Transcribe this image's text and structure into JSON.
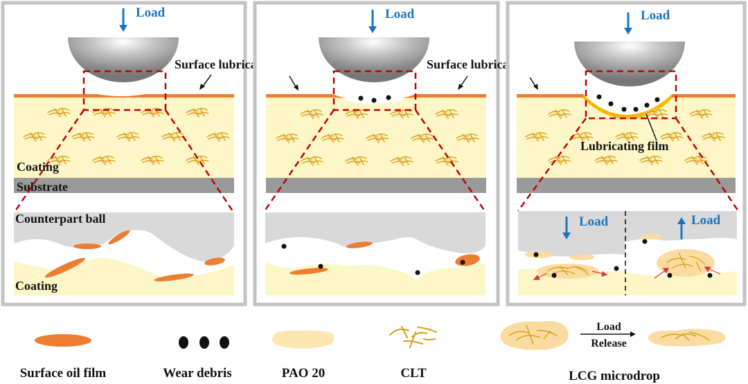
{
  "figure": {
    "panels": [
      {
        "id": "panel-1",
        "load_label": "Load",
        "load_direction": "down",
        "layer_callouts": [
          "Surface lubricating layer"
        ],
        "layer_labels": {
          "coating": "Coating",
          "substrate": "Substrate"
        },
        "zoom_labels": {
          "ball": "Counterpart ball",
          "coating": "Coating"
        },
        "features": [
          "surface oil film patches"
        ]
      },
      {
        "id": "panel-2",
        "load_label": "Load",
        "load_direction": "down",
        "layer_callouts": [
          "Surface lubricating layer"
        ],
        "features": [
          "wear debris",
          "surface oil film patches"
        ]
      },
      {
        "id": "panel-3",
        "load_label": "Load",
        "load_direction": "down",
        "film_label": "Lubricating film",
        "zoom_sub_panels": [
          {
            "load_label": "Load",
            "direction": "down"
          },
          {
            "load_label": "Load",
            "direction": "up"
          }
        ],
        "features": [
          "wear debris",
          "lubricating film",
          "LCG microdrop"
        ]
      }
    ],
    "legend": [
      {
        "name": "surface-oil-film",
        "label": "Surface oil film"
      },
      {
        "name": "wear-debris",
        "label": "Wear debris"
      },
      {
        "name": "pao-20",
        "label": "PAO 20"
      },
      {
        "name": "clt",
        "label": "CLT"
      },
      {
        "name": "lcg-microdrop",
        "label": "LCG microdrop",
        "arrow_top": "Load",
        "arrow_bottom": "Release"
      }
    ],
    "colors": {
      "frame": "#c3c3c3",
      "oil_film": "#ed7d31",
      "coating": "#fdf7c8",
      "pao": "#fde7b0",
      "clt": "#d4a017",
      "substrate": "#9a9a9a",
      "ball_zone": "#d9d9d9",
      "dash": "#c00000",
      "load": "#1a73c0",
      "lub_film": "#f5b800"
    }
  }
}
